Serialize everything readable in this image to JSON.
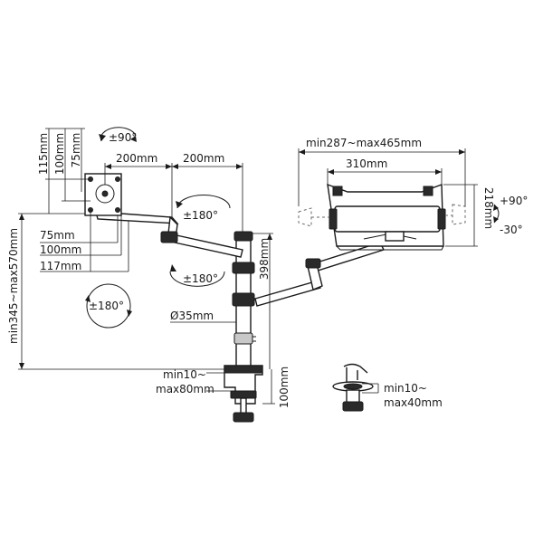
{
  "labels": {
    "rot90_left": "±90°",
    "vesa_115": "115mm",
    "vesa_100v": "100mm",
    "vesa_75v": "75mm",
    "arm1_200": "200mm",
    "arm2_200": "200mm",
    "rot180_top": "±180°",
    "vesa_75h": "75mm",
    "vesa_100h": "100mm",
    "vesa_117": "117mm",
    "rot180_mid": "±180°",
    "rot180_left": "±180°",
    "pole_height": "398mm",
    "pole_dia": "Ø35mm",
    "total_height": "min345~max570mm",
    "clamp_range_a": "min10~",
    "clamp_range_b": "max80mm",
    "clamp_height": "100mm",
    "grommet_range_a": "min10~",
    "grommet_range_b": "max40mm",
    "tray_range": "min287~max465mm",
    "tray_width": "310mm",
    "tray_depth": "218mm",
    "tilt_up": "+90°",
    "tilt_down": "-30°"
  }
}
